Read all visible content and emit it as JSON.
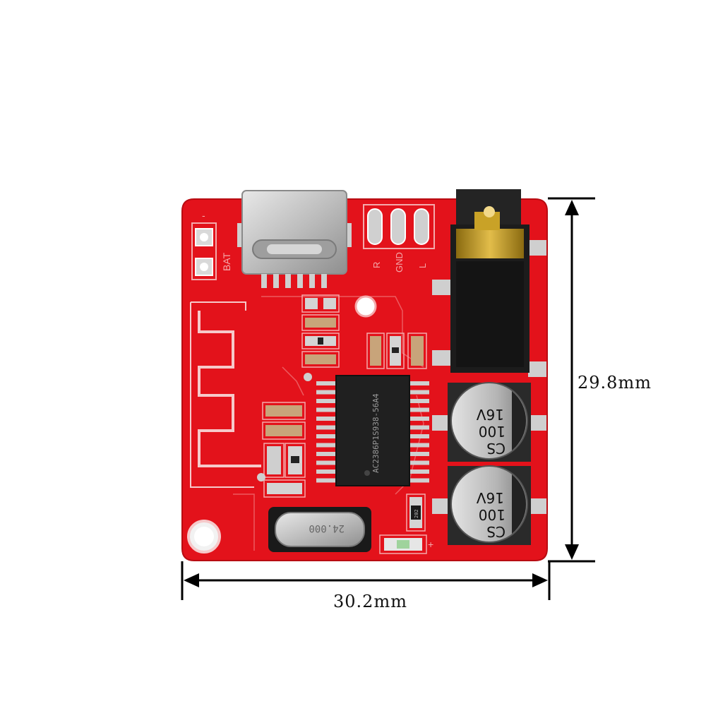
{
  "dimensions": {
    "height_label": "29.8mm",
    "width_label": "30.2mm"
  },
  "silkscreen": {
    "audio_pins": [
      "R",
      "GND",
      "L"
    ],
    "power_label": "BAT",
    "power_minus": "-",
    "power_plus": "+",
    "led_plus": "+"
  },
  "chip_marking": "AC2386P1S938-56A4",
  "crystal_marking": "24.000",
  "capacitors": [
    {
      "voltage": "16V",
      "value": "100",
      "series": "CS"
    },
    {
      "voltage": "16V",
      "value": "100",
      "series": "CS"
    }
  ],
  "resistor_marking": "202",
  "colors": {
    "pcb": "#e3121b",
    "pcb_dark": "#c40d14",
    "trace_light": "#f4a9ab",
    "metal": "#c9c9c9",
    "jack_body": "#1c1c1c",
    "jack_gold": "#c9a227",
    "capacitor": "#b8b8b8",
    "capacitor_dark": "#2a2a2a"
  }
}
